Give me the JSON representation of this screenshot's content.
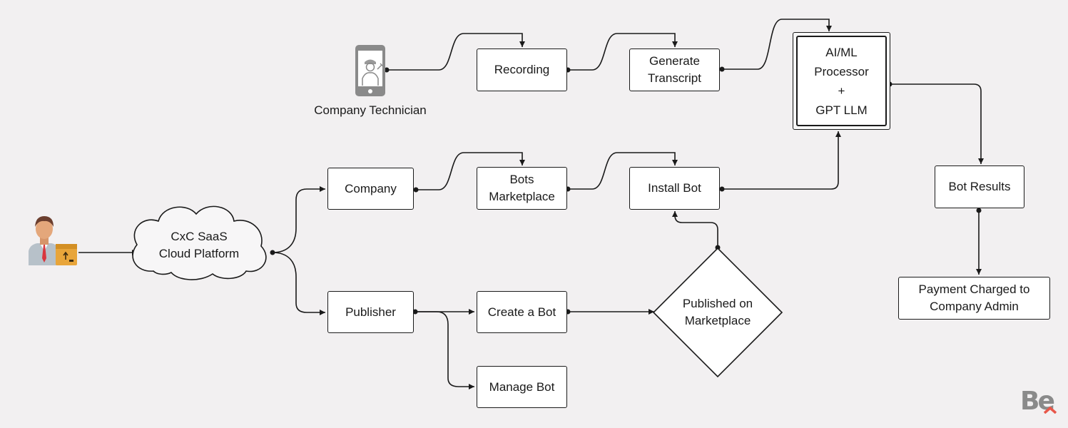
{
  "nodes": {
    "technician_label": "Company Technician",
    "recording": "Recording",
    "generate_transcript": "Generate\nTranscript",
    "ai_processor": "AI/ML\nProcessor\n+\nGPT LLM",
    "cloud_platform": "CxC SaaS\nCloud Platform",
    "company": "Company",
    "bots_marketplace": "Bots\nMarketplace",
    "install_bot": "Install Bot",
    "bot_results": "Bot Results",
    "publisher": "Publisher",
    "create_bot": "Create a Bot",
    "manage_bot": "Manage Bot",
    "published_marketplace": "Published on\nMarketplace",
    "payment": "Payment Charged to\nCompany Admin"
  },
  "watermark": "Be",
  "colors": {
    "background": "#f2f0f1",
    "stroke": "#1a1a1a",
    "accent": "#e8574a"
  },
  "icons": [
    "mobile-technician-icon",
    "businessman-icon",
    "cloud-shape",
    "diamond-shape"
  ]
}
